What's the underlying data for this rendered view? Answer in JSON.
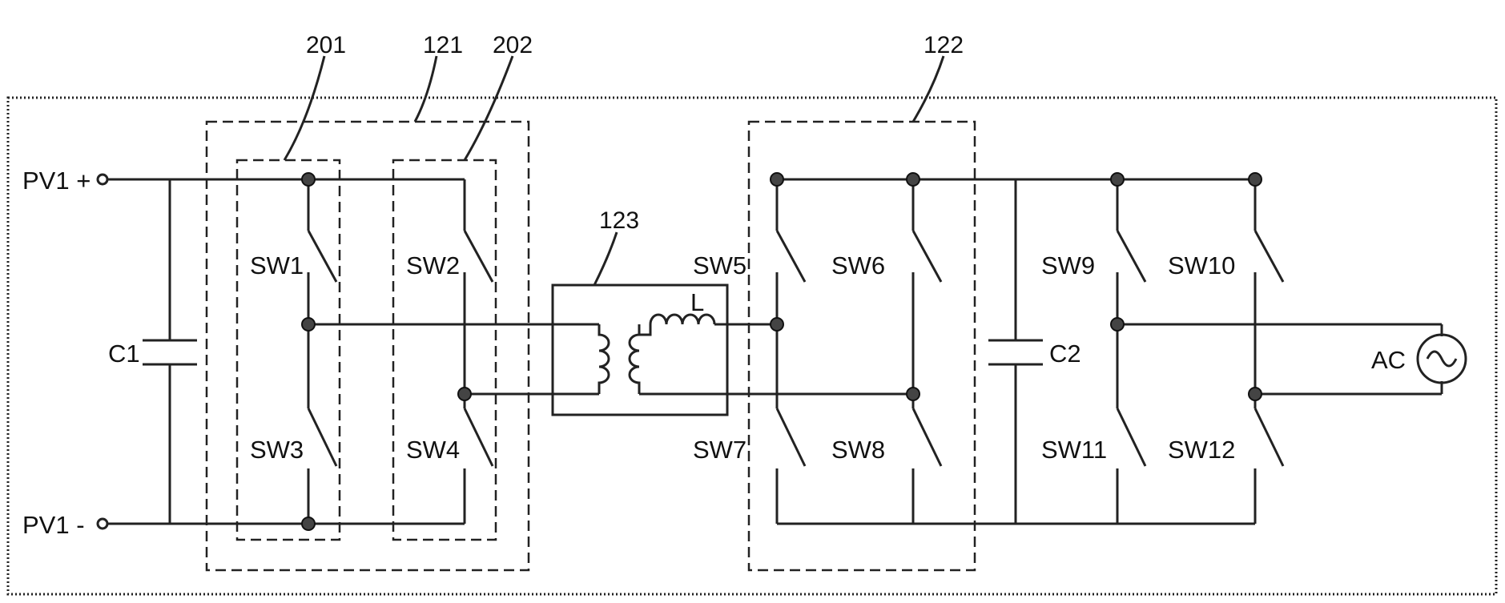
{
  "terminals": {
    "pv_pos": "PV1 +",
    "pv_neg": "PV1 -",
    "ac": "AC"
  },
  "capacitors": {
    "c1": "C1",
    "c2": "C2"
  },
  "inductor": "L",
  "switches": [
    "SW1",
    "SW2",
    "SW3",
    "SW4",
    "SW5",
    "SW6",
    "SW7",
    "SW8",
    "SW9",
    "SW10",
    "SW11",
    "SW12"
  ],
  "refs": {
    "r201": "201",
    "r121": "121",
    "r202": "202",
    "r122": "122",
    "r123": "123"
  }
}
